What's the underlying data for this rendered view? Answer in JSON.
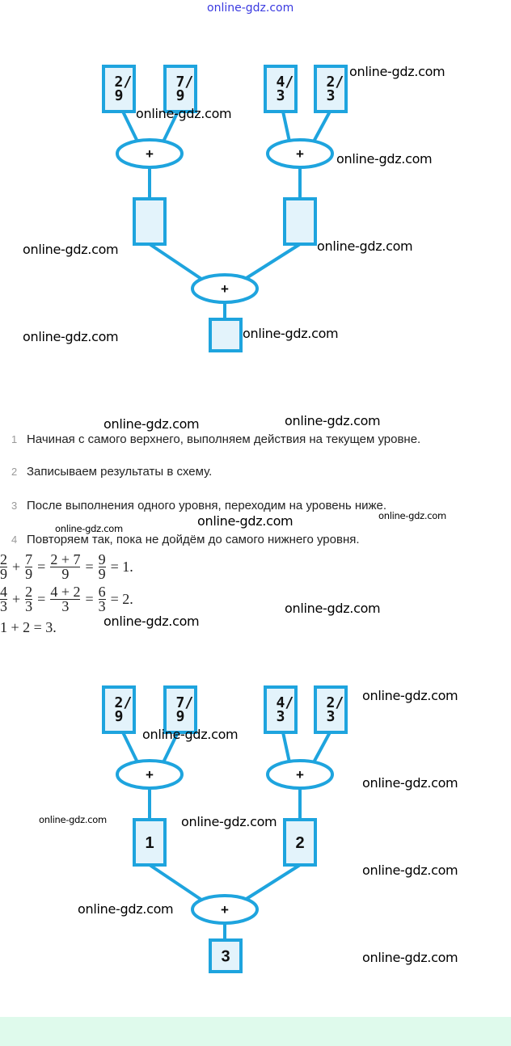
{
  "site_link": "online-gdz.com",
  "colors": {
    "diagram_stroke": "#1ea4de",
    "diagram_fill": "#e3f3fb",
    "footer": "#dffaec"
  },
  "diagram_empty": {
    "inputs": [
      "2/9",
      "7/9",
      "4/3",
      "2/3"
    ],
    "operators": [
      "+",
      "+",
      "+"
    ],
    "results": [
      "",
      "",
      ""
    ]
  },
  "steps": [
    {
      "num": "1",
      "text": "Начиная с самого верхнего, выполняем действия на текущем уровне."
    },
    {
      "num": "2",
      "text": "Записываем результаты в схему."
    },
    {
      "num": "3",
      "text": "После выполнения одного уровня, переходим на уровень ниже."
    },
    {
      "num": "4",
      "text": "Повторяем так, пока не дойдём до самого нижнего уровня."
    }
  ],
  "solution": {
    "line1": {
      "a": [
        "2",
        "9"
      ],
      "b": [
        "7",
        "9"
      ],
      "c": [
        "2 + 7",
        "9"
      ],
      "d": [
        "9",
        "9"
      ],
      "result": "= 1."
    },
    "line2": {
      "a": [
        "4",
        "3"
      ],
      "b": [
        "2",
        "3"
      ],
      "c": [
        "4 + 2",
        "3"
      ],
      "d": [
        "6",
        "3"
      ],
      "result": "= 2."
    },
    "line3": "1 + 2 = 3."
  },
  "diagram_filled": {
    "inputs": [
      "2/9",
      "7/9",
      "4/3",
      "2/3"
    ],
    "operators": [
      "+",
      "+",
      "+"
    ],
    "results": [
      "1",
      "2",
      "3"
    ]
  },
  "watermark": "online-gdz.com"
}
